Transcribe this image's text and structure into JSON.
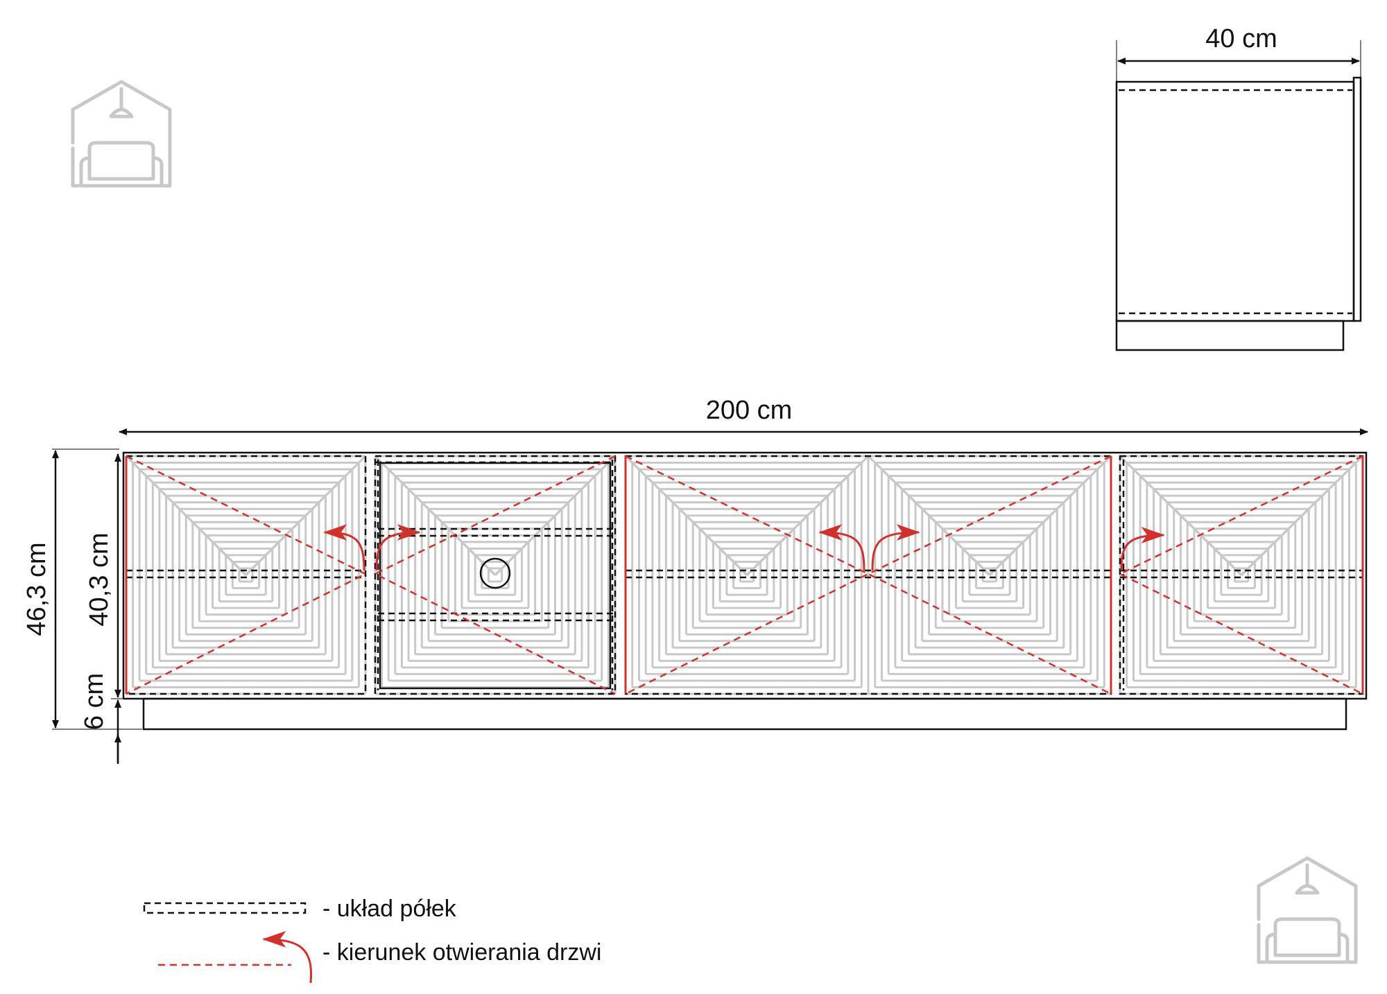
{
  "dimensions": {
    "depth": "40 cm",
    "width": "200 cm",
    "total_height": "46,3 cm",
    "body_height": "40,3 cm",
    "leg_height": "6 cm"
  },
  "legend": {
    "shelves_label": "- układ półek",
    "door_opening_label": "- kierunek otwierania drzwi"
  },
  "colors": {
    "accent_red": "#d0312d",
    "line_black": "#111111",
    "pattern_grey": "#c8c8c8"
  },
  "icons": {
    "logo": "house-with-sofa-icon"
  }
}
